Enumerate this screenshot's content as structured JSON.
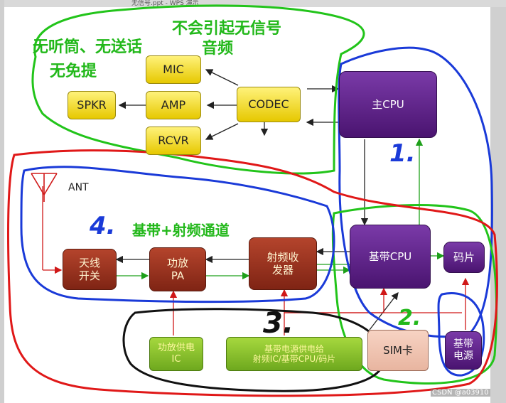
{
  "window": {
    "title": "无信号.ppt - WPS 演示"
  },
  "boxes": {
    "mic": "MIC",
    "amp": "AMP",
    "rcvr": "RCVR",
    "spkr": "SPKR",
    "codec": "CODEC",
    "main_cpu": "主CPU",
    "baseband_cpu": "基带CPU",
    "codepiece": "码片",
    "antenna_switch": "天线\n开关",
    "pa": "功放\nPA",
    "rf_transceiver": "射频收\n发器",
    "pa_power_ic": "功放供电\nIC",
    "baseband_power": "基带电源供电给\n射频IC/基带CPU/码片",
    "sim_card": "SIM卡",
    "baseband_supply": "基带\n电源"
  },
  "labels": {
    "ant": "ANT"
  },
  "annotations": {
    "no_signal_audio_line1": "不会引起无信号",
    "no_signal_audio_line2": "音频",
    "no_handset_line1": "无听筒、无送话",
    "no_handset_line2": "无免提",
    "baseband_rf_channel": "基带+射频通道",
    "num_1": "1.",
    "num_2": "2.",
    "num_3": "3.",
    "num_4": "4."
  },
  "watermark": "CSDN @a03910",
  "colors": {
    "green_outline": "#22c41a",
    "blue_outline": "#1a3ad8",
    "red_outline": "#e01818",
    "black_outline": "#111111",
    "annotation_text": "#22b81a",
    "number_blue": "#1a3ad8"
  }
}
